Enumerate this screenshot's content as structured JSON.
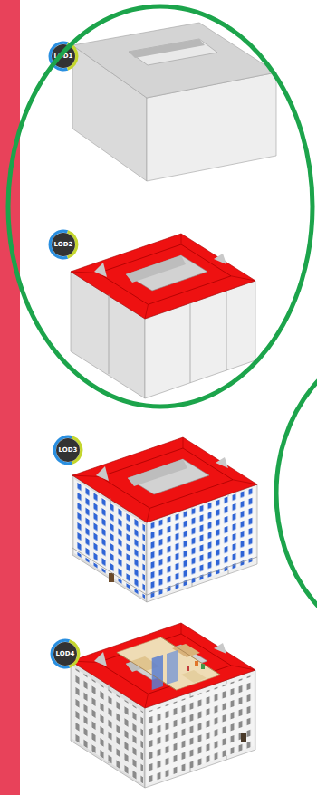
{
  "diagram": {
    "nodes": [
      {
        "text": [
          "LOD1"
        ]
      },
      {
        "text": [
          "LOD2"
        ]
      },
      {
        "text": [
          "LOD3"
        ]
      },
      {
        "text": [
          "LOD4"
        ]
      }
    ]
  }
}
